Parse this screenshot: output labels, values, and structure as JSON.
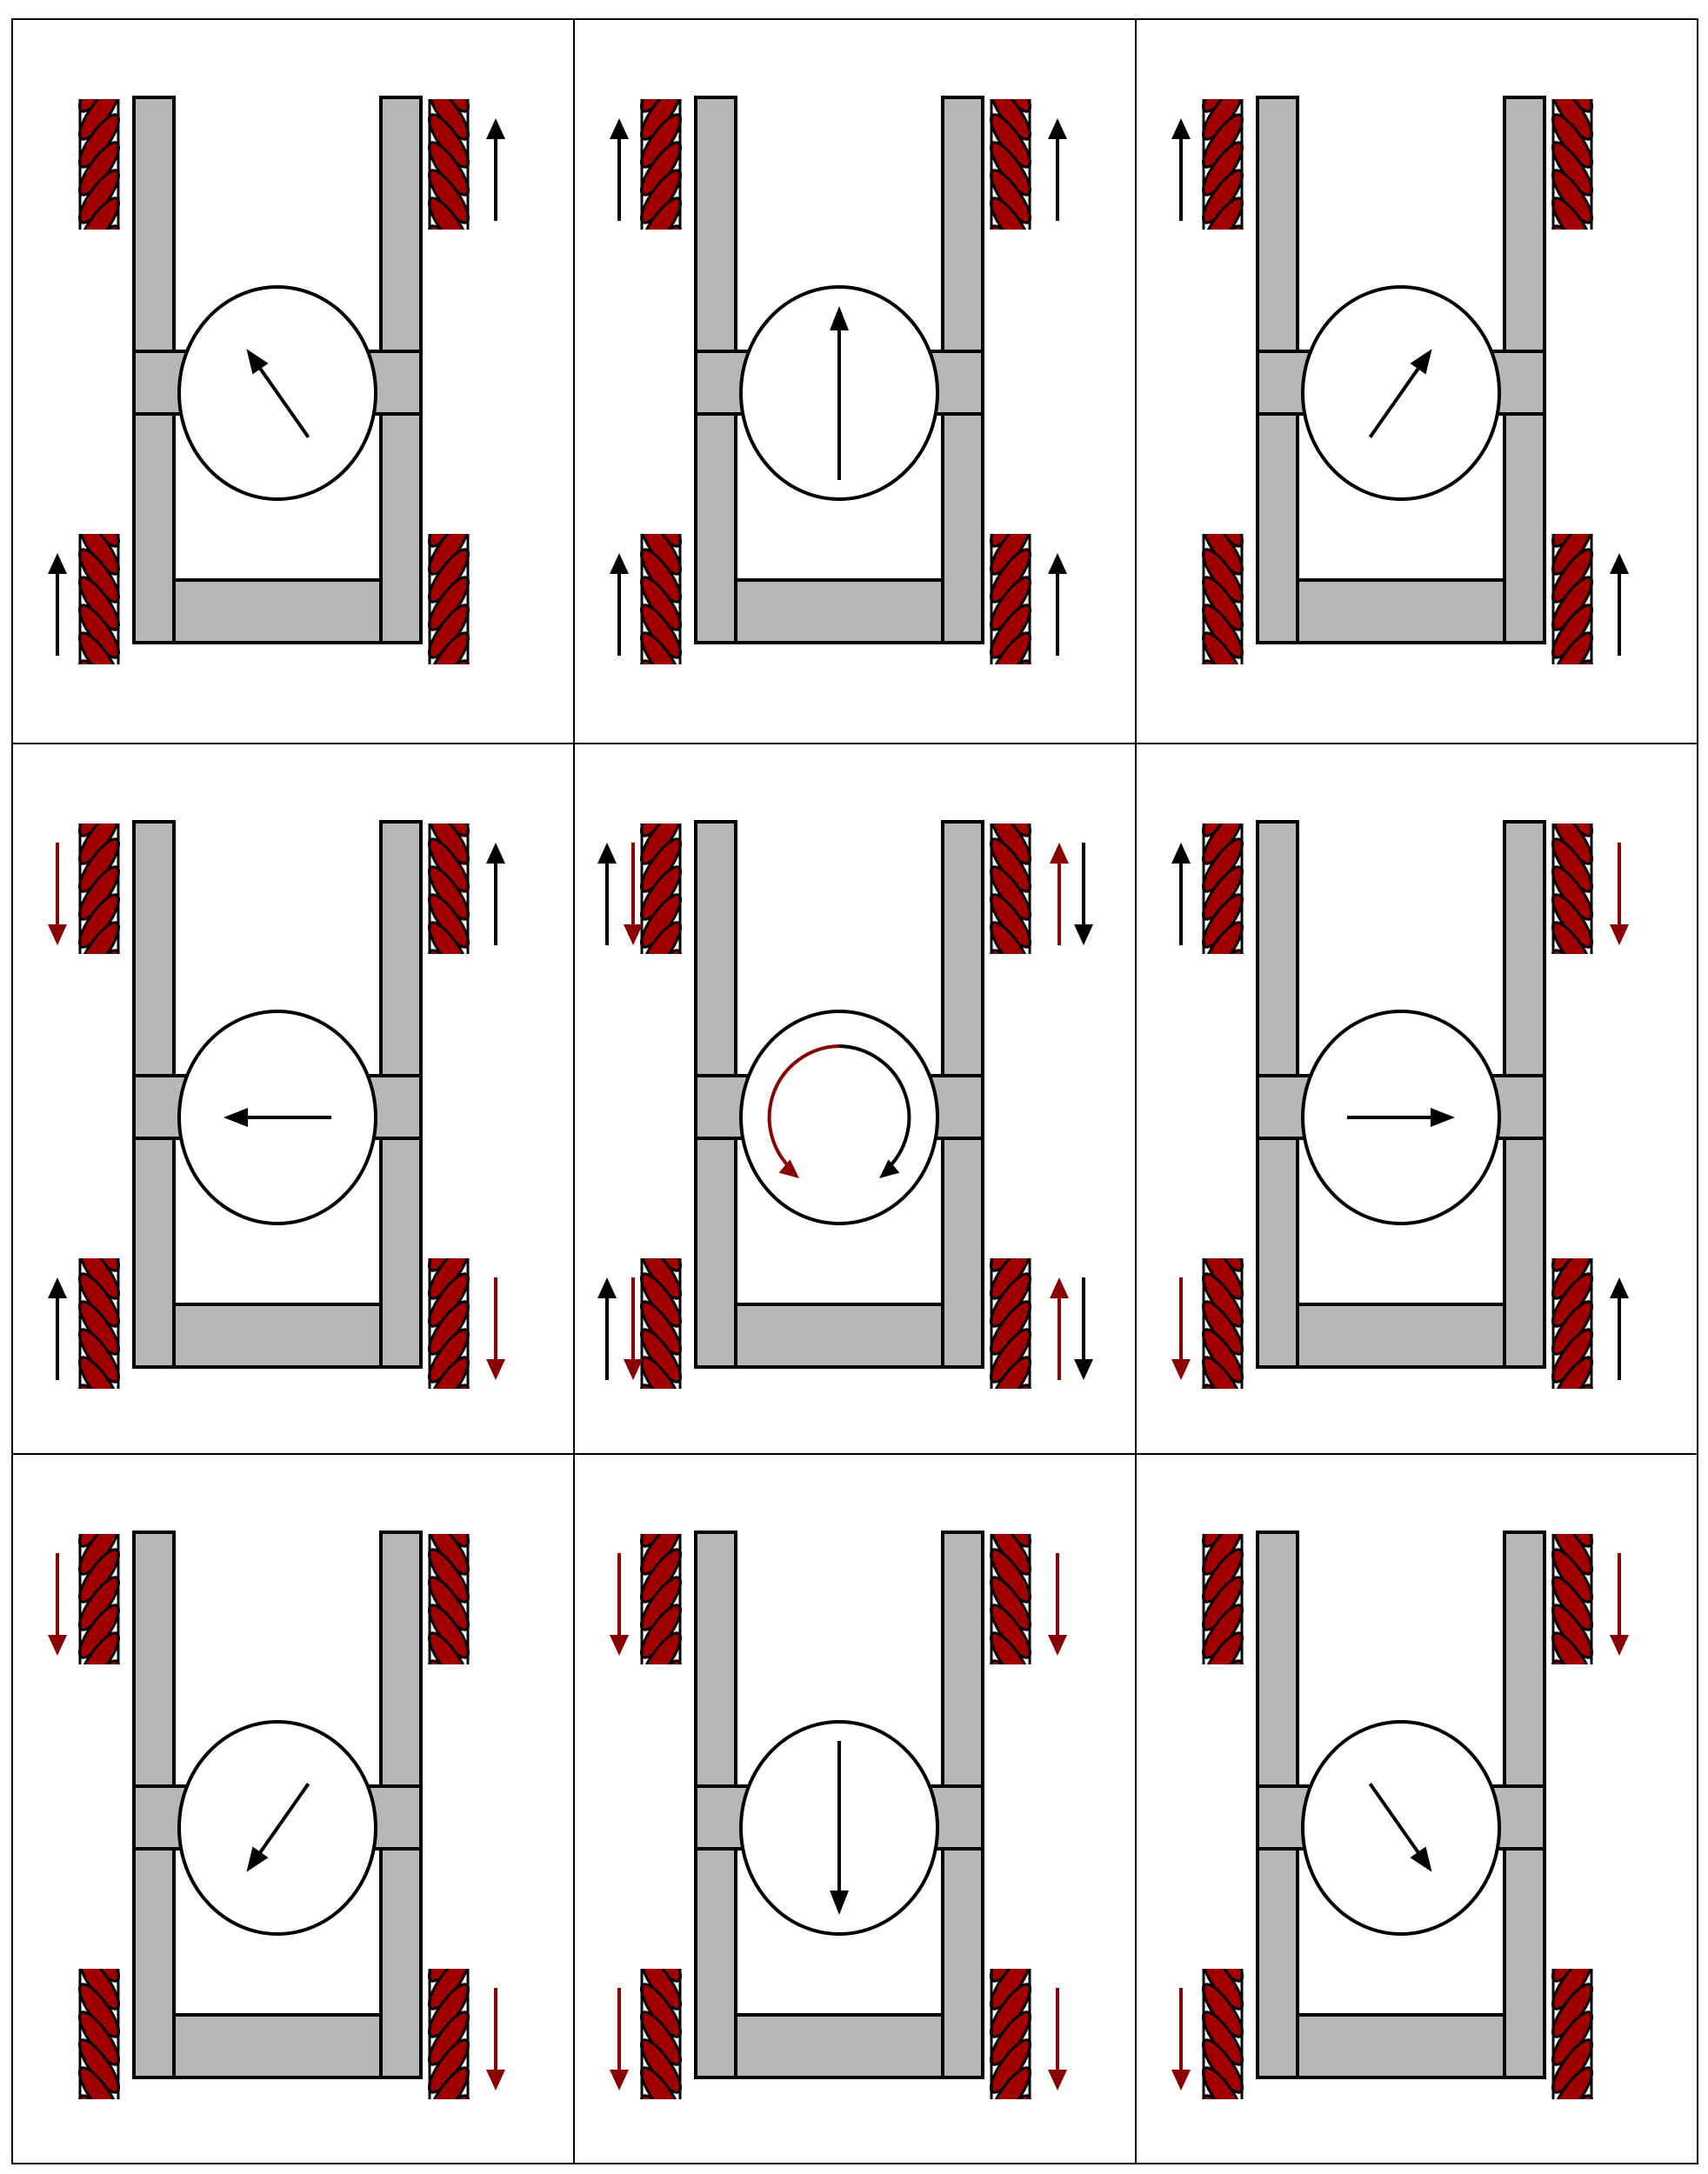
{
  "colors": {
    "frame_fill": "#b7b7b7",
    "wheel_fill": "#a00000",
    "outline": "#000000",
    "arrow_forward": "#000000",
    "arrow_backward": "#8b0000",
    "background": "#ffffff"
  },
  "icons": {
    "wheel": "mecanum-wheel-icon",
    "body": "robot-chassis-icon",
    "direction": "direction-arrow-icon",
    "rotation": "rotation-arrow-icon"
  },
  "cells": [
    {
      "id": "fwd-left",
      "center_arrow": {
        "type": "line",
        "angle_deg": -35
      },
      "wheels": {
        "fl": [],
        "fr": [
          "up"
        ],
        "rl": [
          "up"
        ],
        "rr": []
      }
    },
    {
      "id": "forward",
      "center_arrow": {
        "type": "line",
        "angle_deg": 0
      },
      "wheels": {
        "fl": [
          "up"
        ],
        "fr": [
          "up"
        ],
        "rl": [
          "up"
        ],
        "rr": [
          "up"
        ]
      }
    },
    {
      "id": "fwd-right",
      "center_arrow": {
        "type": "line",
        "angle_deg": 35
      },
      "wheels": {
        "fl": [
          "up"
        ],
        "fr": [],
        "rl": [],
        "rr": [
          "up"
        ]
      }
    },
    {
      "id": "left",
      "center_arrow": {
        "type": "line",
        "angle_deg": -90
      },
      "wheels": {
        "fl": [
          "down"
        ],
        "fr": [
          "up"
        ],
        "rl": [
          "up"
        ],
        "rr": [
          "down"
        ]
      }
    },
    {
      "id": "rotate",
      "center_arrow": {
        "type": "rotate"
      },
      "wheels": {
        "fl": [
          "up",
          "down"
        ],
        "fr": [
          "up",
          "down"
        ],
        "rl": [
          "up",
          "down"
        ],
        "rr": [
          "up",
          "down"
        ]
      }
    },
    {
      "id": "right",
      "center_arrow": {
        "type": "line",
        "angle_deg": 90
      },
      "wheels": {
        "fl": [
          "up"
        ],
        "fr": [
          "down"
        ],
        "rl": [
          "down"
        ],
        "rr": [
          "up"
        ]
      }
    },
    {
      "id": "back-left",
      "center_arrow": {
        "type": "line",
        "angle_deg": -145
      },
      "wheels": {
        "fl": [
          "down"
        ],
        "fr": [],
        "rl": [],
        "rr": [
          "down"
        ]
      }
    },
    {
      "id": "backward",
      "center_arrow": {
        "type": "line",
        "angle_deg": 180
      },
      "wheels": {
        "fl": [
          "down"
        ],
        "fr": [
          "down"
        ],
        "rl": [
          "down"
        ],
        "rr": [
          "down"
        ]
      }
    },
    {
      "id": "back-right",
      "center_arrow": {
        "type": "line",
        "angle_deg": 145
      },
      "wheels": {
        "fl": [],
        "fr": [
          "down"
        ],
        "rl": [
          "down"
        ],
        "rr": []
      }
    }
  ]
}
